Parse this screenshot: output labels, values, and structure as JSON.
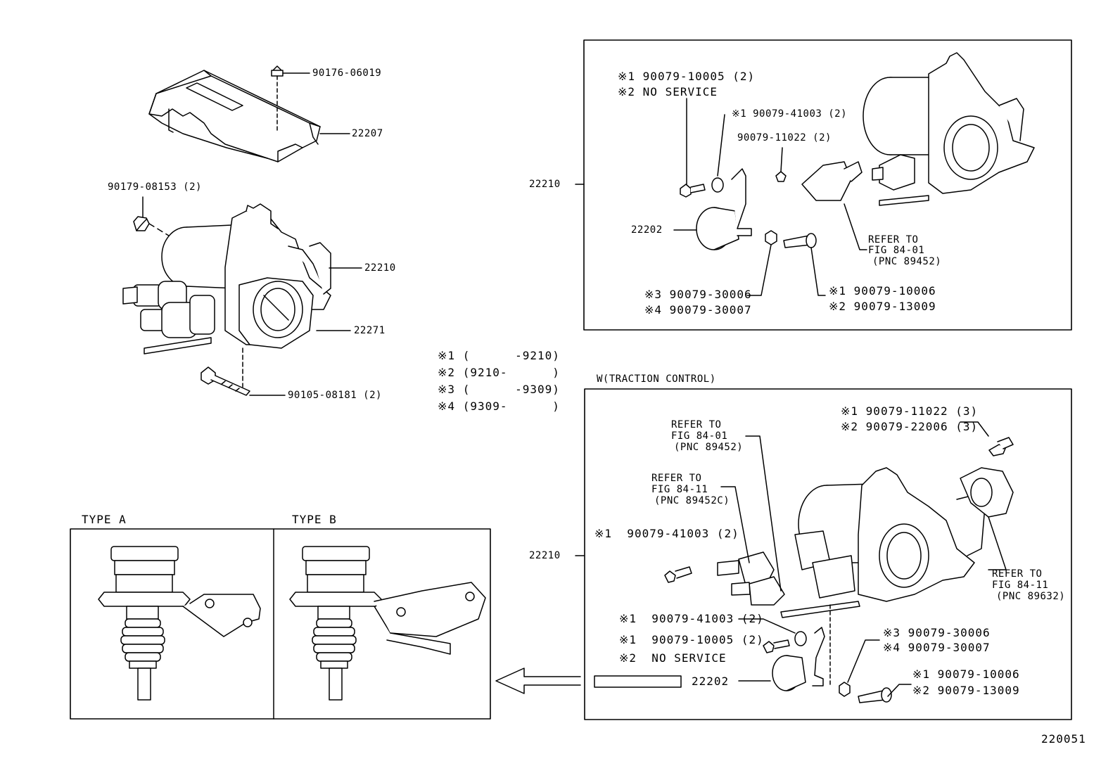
{
  "figure_number": "220051",
  "main_assembly": {
    "labels": {
      "cover_nut": "90176-06019",
      "cover": "22207",
      "cap_nut": "90179-08153 (2)",
      "throttle_body": "22210",
      "gasket": "22271",
      "stud_bolt": "90105-08181 (2)"
    }
  },
  "footnotes": [
    {
      "mark": "※1",
      "range": "(      -9210)"
    },
    {
      "mark": "※2",
      "range": "(9210-      )"
    },
    {
      "mark": "※3",
      "range": "(      -9309)"
    },
    {
      "mark": "※4",
      "range": "(9309-      )"
    }
  ],
  "box_standard": {
    "ref_label": "22210",
    "lines": [
      "※1 90079-10005 (2)",
      "※2 NO SERVICE",
      "※1 90079-41003 (2)",
      "90079-11022 (2)",
      "22202",
      "REFER TO",
      "FIG 84-01",
      "(PNC 89452)",
      "※3 90079-30006",
      "※4 90079-30007",
      "※1 90079-10006",
      "※2 90079-13009"
    ]
  },
  "box_traction": {
    "title": "W(TRACTION CONTROL)",
    "ref_label": "22210",
    "lines": [
      "REFER TO",
      "FIG 84-01",
      "(PNC 89452)",
      "REFER TO",
      "FIG 84-11",
      "(PNC 89452C)",
      "※1 90079-11022 (3)",
      "※2 90079-22006 (3)",
      "※1  90079-41003 (2)",
      "REFER TO",
      "FIG 84-11",
      "(PNC 89632)",
      "※1  90079-41003 (2)",
      "※1  90079-10005 (2)",
      "※2  NO SERVICE",
      "22202",
      "※3 90079-30006",
      "※4 90079-30007",
      "※1 90079-10006",
      "※2 90079-13009"
    ]
  },
  "types": {
    "type_a": "TYPE A",
    "type_b": "TYPE B"
  },
  "colors": {
    "ink": "#000000",
    "paper": "#ffffff"
  }
}
